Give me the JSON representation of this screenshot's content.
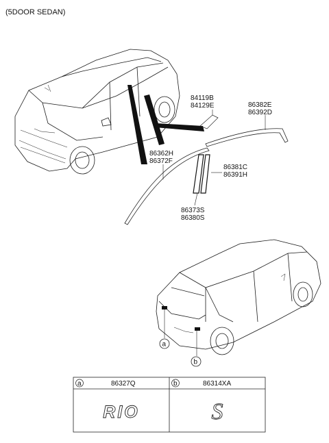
{
  "header": "(5DOOR SEDAN)",
  "part_labels": {
    "p84119B": "84119B",
    "p84129E": "84129E",
    "p86382E": "86382E",
    "p86392D": "86392D",
    "p86362H": "86362H",
    "p86372F": "86372F",
    "p86381C": "86381C",
    "p86391H": "86391H",
    "p86373S": "86373S",
    "p86380S": "86380S"
  },
  "callouts": {
    "a": "a",
    "b": "b"
  },
  "table": {
    "cells": [
      {
        "letter": "a",
        "part": "86327Q",
        "emblem": "RIO"
      },
      {
        "letter": "b",
        "part": "86314XA",
        "emblem": "S"
      }
    ]
  }
}
